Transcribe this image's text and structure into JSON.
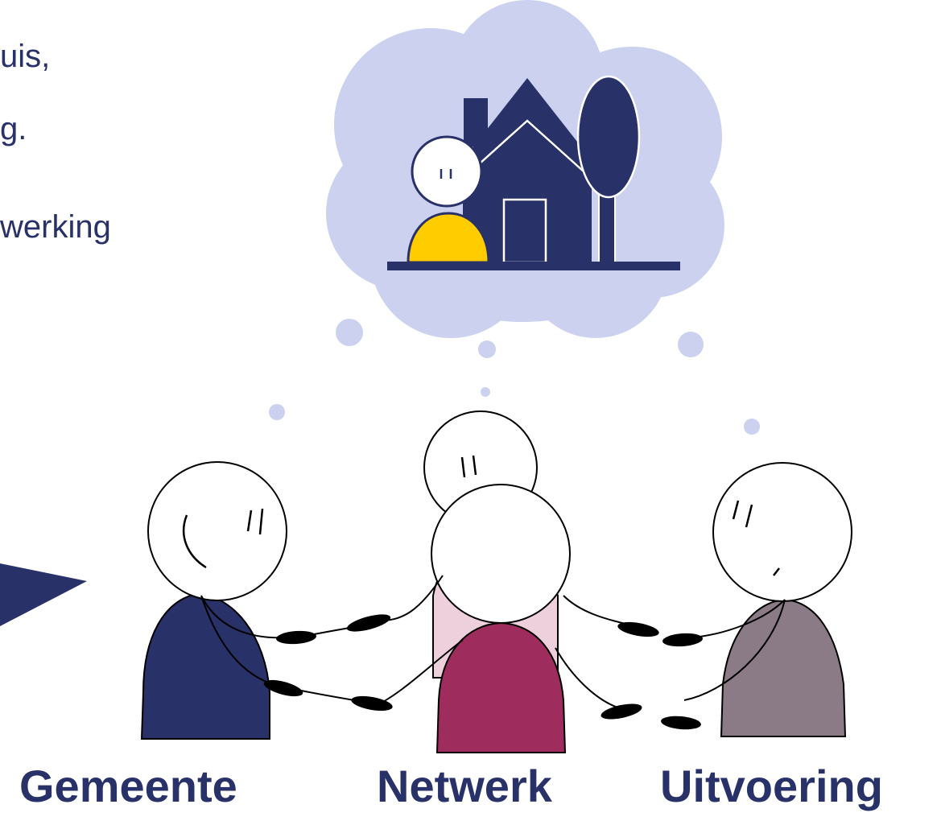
{
  "text": {
    "line1": "uis,",
    "line2": "g.",
    "line3": "werking"
  },
  "labels": {
    "gemeente": "Gemeente",
    "netwerk": "Netwerk",
    "uitvoering": "Uitvoering"
  },
  "colors": {
    "navy": "#283168",
    "cloud": "#cbd1ee",
    "yellow": "#ffcc00",
    "pink": "#eecfdc",
    "maroon": "#9e2d5d",
    "gray": "#8a7b87"
  }
}
